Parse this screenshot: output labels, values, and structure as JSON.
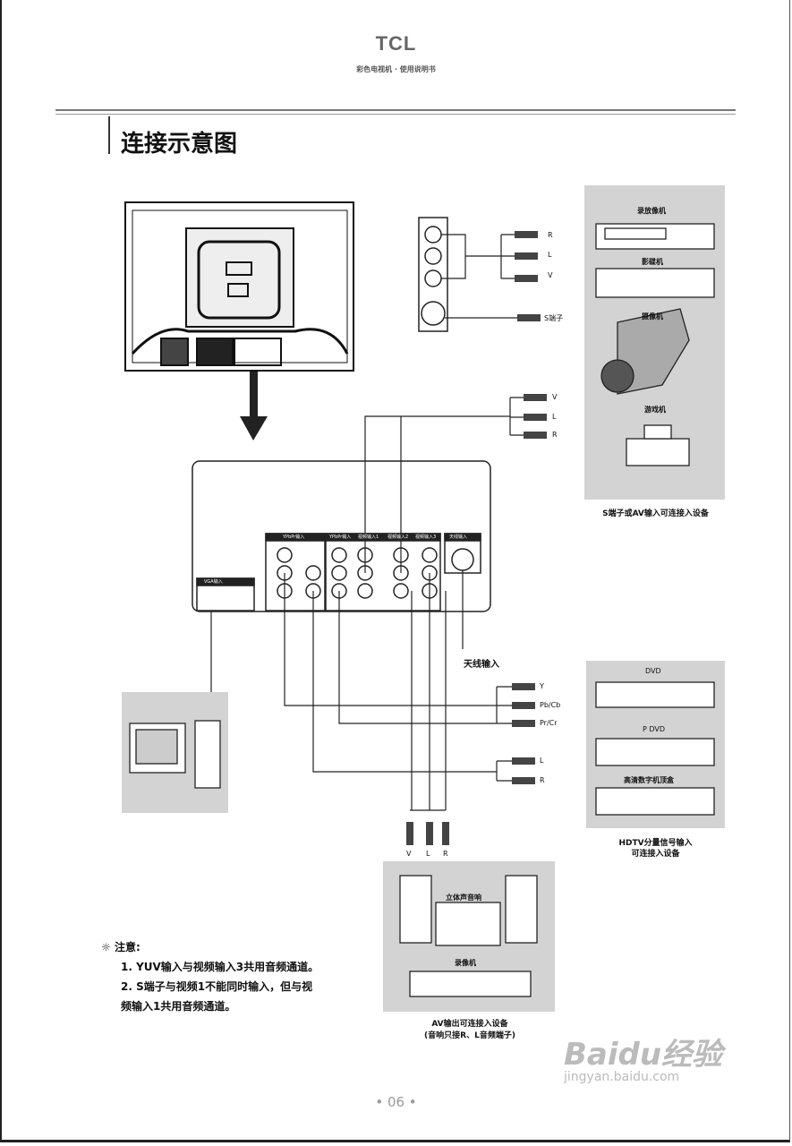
{
  "header": {
    "logo": "TCL",
    "subtitle": "彩色电视机 · 使用说明书"
  },
  "page_title": "连接示意图",
  "s_video_jacks": {
    "labels": [
      "R",
      "L",
      "V",
      "S端子"
    ]
  },
  "av_input_jacks": {
    "labels": [
      "V",
      "L",
      "R"
    ]
  },
  "av_devices": {
    "items": [
      "录放像机",
      "影碟机",
      "摄像机",
      "游戏机"
    ],
    "caption": "S端子或AV输入可连接入设备"
  },
  "panel_labels": [
    "VGA输入",
    "YPbPr输入",
    "YPbPr输入",
    "视频输入1",
    "视频输入2",
    "视频输入3",
    "天线输入"
  ],
  "antenna_label": "天线输入",
  "component_jacks": {
    "labels": [
      "Y",
      "Pb/Cb",
      "Pr/Cr"
    ]
  },
  "audio_jacks": {
    "labels": [
      "L",
      "R"
    ]
  },
  "hdtv_devices": {
    "items": [
      "DVD",
      "P DVD",
      "高清数字机顶盒"
    ],
    "caption_line1": "HDTV分量信号输入",
    "caption_line2": "可连接入设备"
  },
  "output_jacks": {
    "labels": [
      "V",
      "L",
      "R"
    ]
  },
  "output_devices": {
    "items": [
      "立体声音响",
      "录像机"
    ],
    "caption_line1": "AV输出可连接入设备",
    "caption_line2": "(音响只接R、L音频端子)"
  },
  "notes": {
    "heading": "注意:",
    "items": [
      "1. YUV输入与视频输入3共用音频通道。",
      "2. S端子与视频1不能同时输入，但与视",
      "频输入1共用音频通道。"
    ]
  },
  "page_number": "• 06 •",
  "watermark": {
    "text": "Baidu经验",
    "url_text": "jingyan.baidu.com"
  }
}
